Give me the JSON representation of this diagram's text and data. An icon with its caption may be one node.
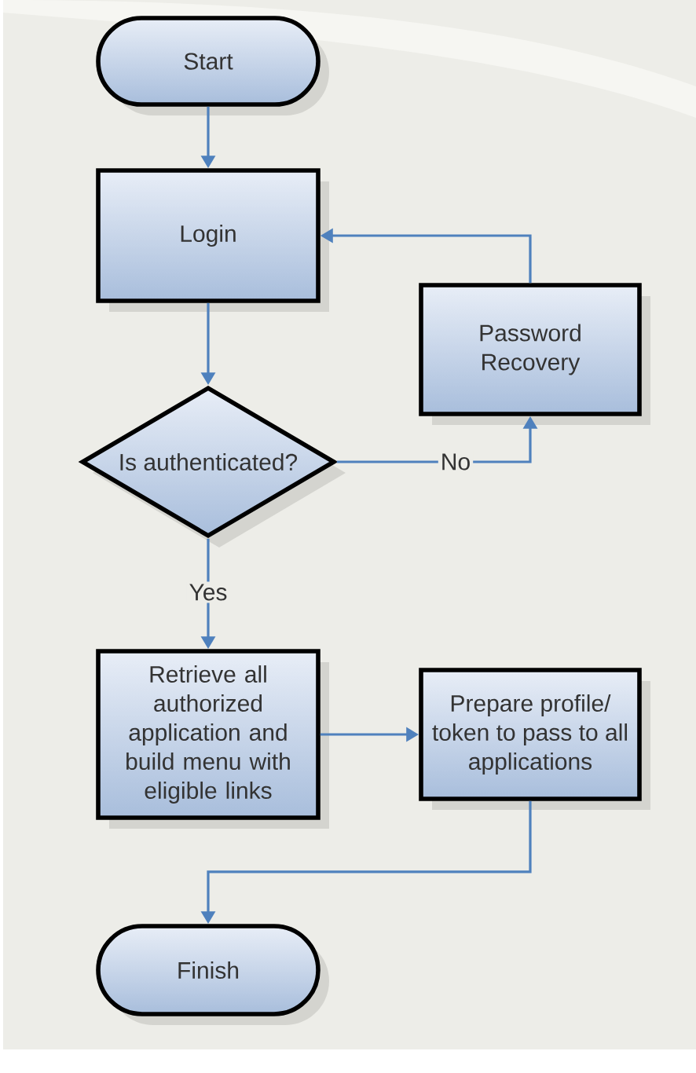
{
  "diagram": {
    "nodes": [
      {
        "text": [
          "Start"
        ]
      },
      {
        "text": [
          "Login"
        ]
      },
      {
        "text": [
          "Password Recovery"
        ]
      },
      {
        "text": [
          "Is authenticated?"
        ]
      },
      {
        "text": [
          "Retrieve all authorized application and build menu with eligible links"
        ]
      },
      {
        "text": [
          "Prepare profile/ token to pass to all applications"
        ]
      },
      {
        "text": [
          "Finish"
        ]
      }
    ],
    "edges": [
      {
        "from": 0,
        "to": 1,
        "arrow": "to"
      },
      {
        "from": 1,
        "to": 3,
        "arrow": "to"
      },
      {
        "from": 3,
        "to": 2,
        "arrow": "to",
        "label": "No"
      },
      {
        "from": 2,
        "to": 1,
        "arrow": "to"
      },
      {
        "from": 3,
        "to": 4,
        "arrow": "to",
        "label": "Yes"
      },
      {
        "from": 4,
        "to": 5,
        "arrow": "to"
      },
      {
        "from": 5,
        "to": 6,
        "arrow": "to"
      }
    ]
  }
}
